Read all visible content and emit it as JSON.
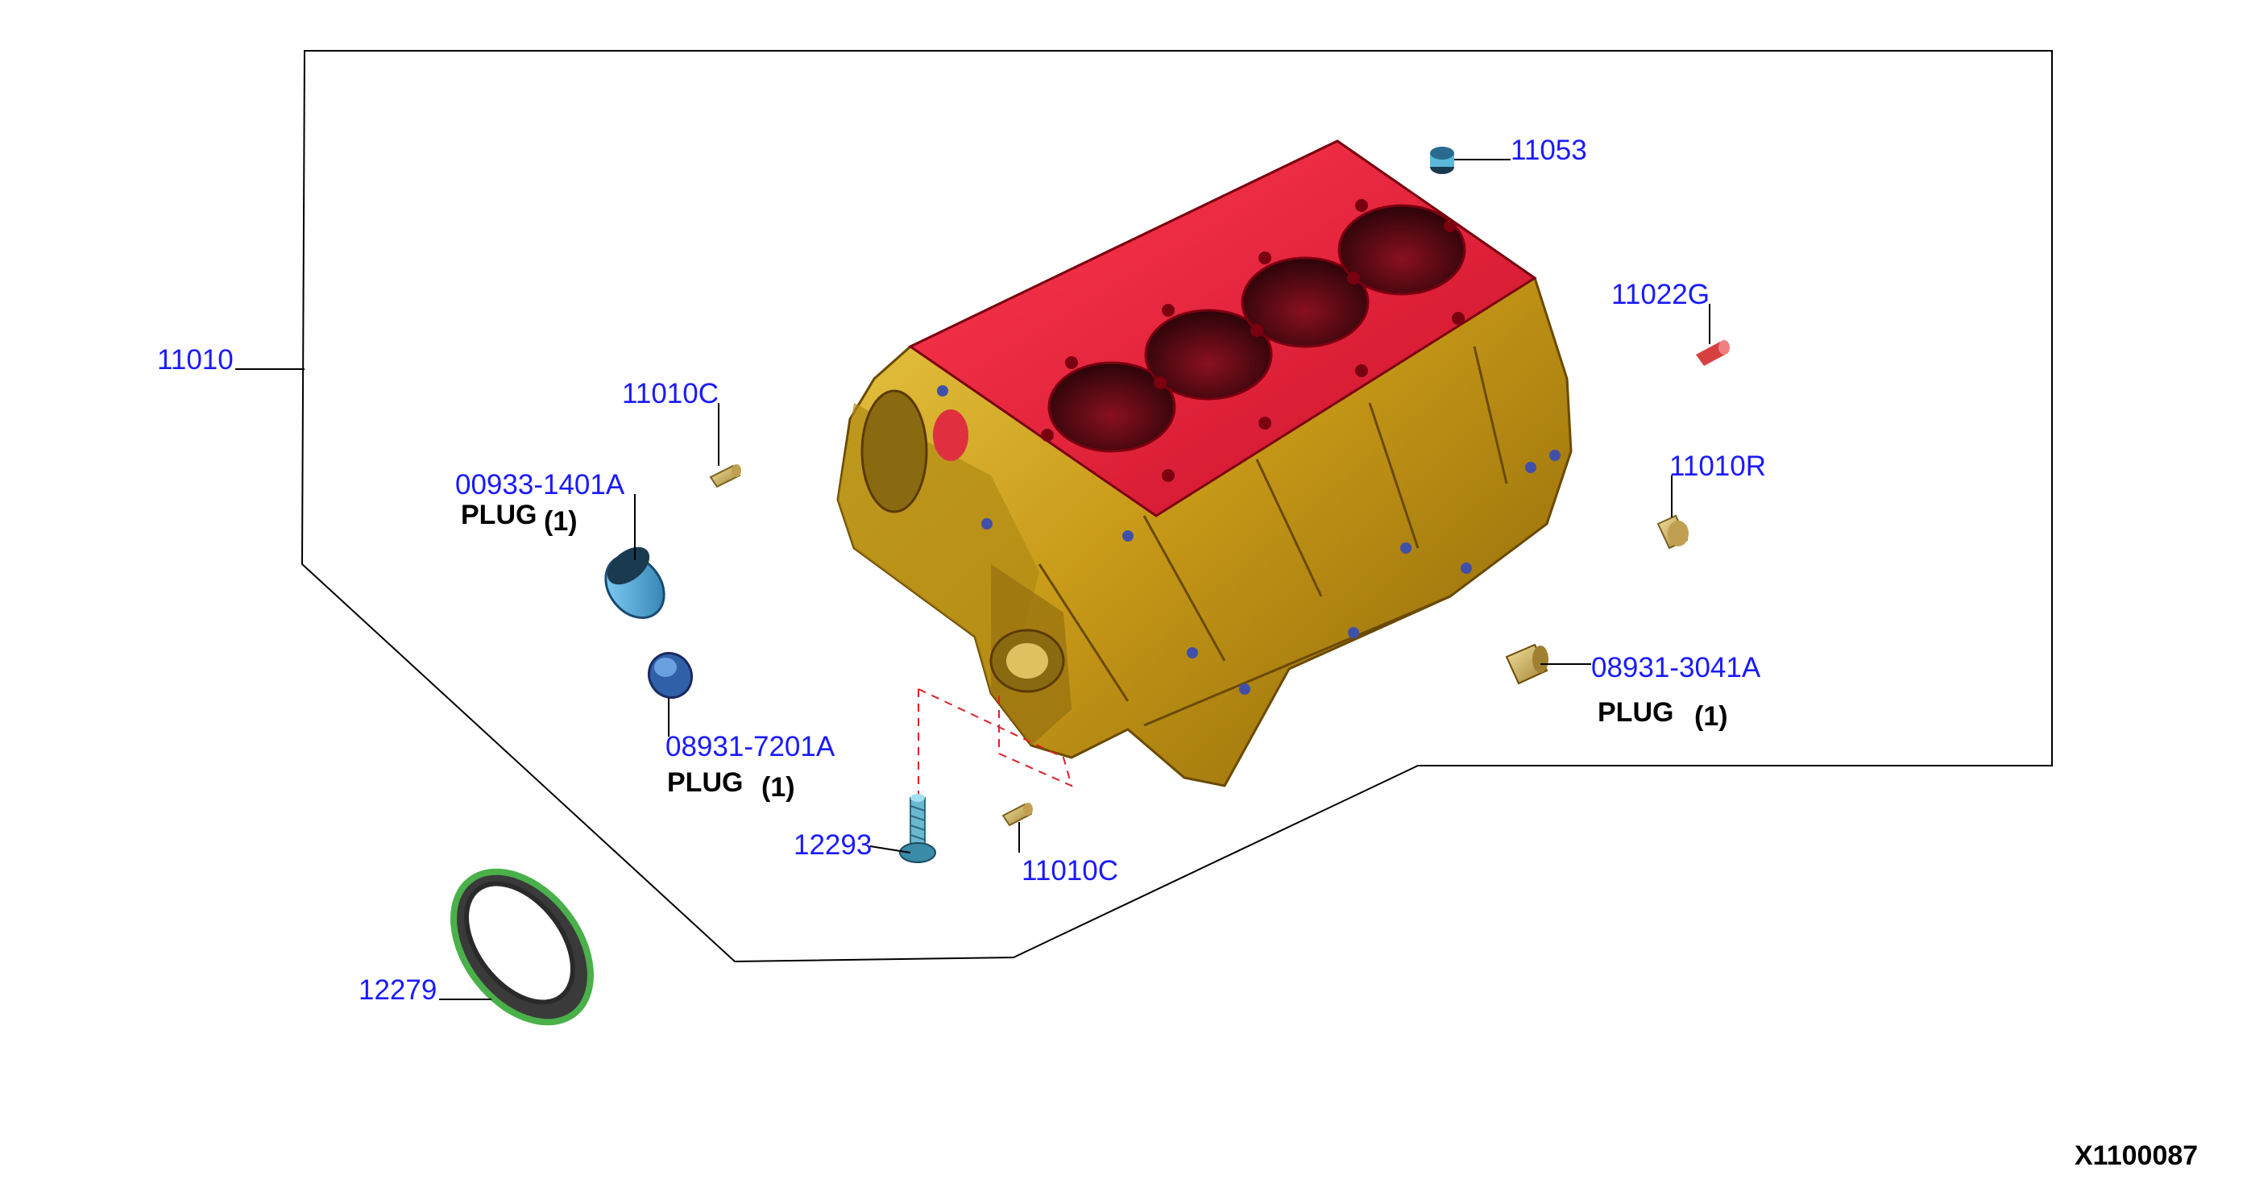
{
  "diagram_id": "X1100087",
  "plug_word": "PLUG",
  "callouts": {
    "c11010": "11010",
    "c11053": "11053",
    "c11022g": "11022G",
    "c11010c_top": "11010C",
    "c11010r": "11010R",
    "c00933": "00933-1401A",
    "c08931_7201": "08931-7201A",
    "c08931_3041": "08931-3041A",
    "c12293": "12293",
    "c11010c_bottom": "11010C",
    "c12279": "12279"
  },
  "qty": {
    "q00933": "(1)",
    "q08931_7201": "(1)",
    "q08931_3041": "(1)"
  },
  "colors": {
    "callout": "#1a1aff",
    "deck": "#e8203a",
    "block": "#d4a820",
    "seal": "#4ab04a",
    "plug_blue": "#4aa8d8"
  },
  "icons": {
    "cylinder_block": "engine-block-icon",
    "seal": "oil-seal-icon",
    "plug": "plug-icon",
    "bolt": "bolt-icon",
    "dowel": "dowel-pin-icon"
  }
}
